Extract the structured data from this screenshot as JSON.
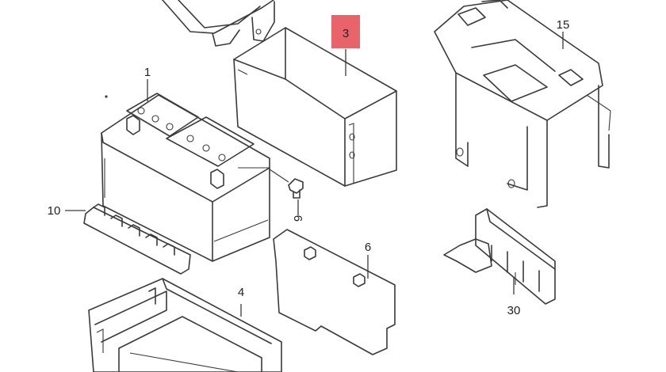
{
  "diagram": {
    "highlight_color": "#e8636a",
    "line_color": "#3a3a3a",
    "callouts": {
      "c1": "1",
      "c3": "3",
      "c4": "4",
      "c6": "6",
      "c9": "9",
      "c10": "10",
      "c15": "15",
      "c30": "30"
    }
  }
}
